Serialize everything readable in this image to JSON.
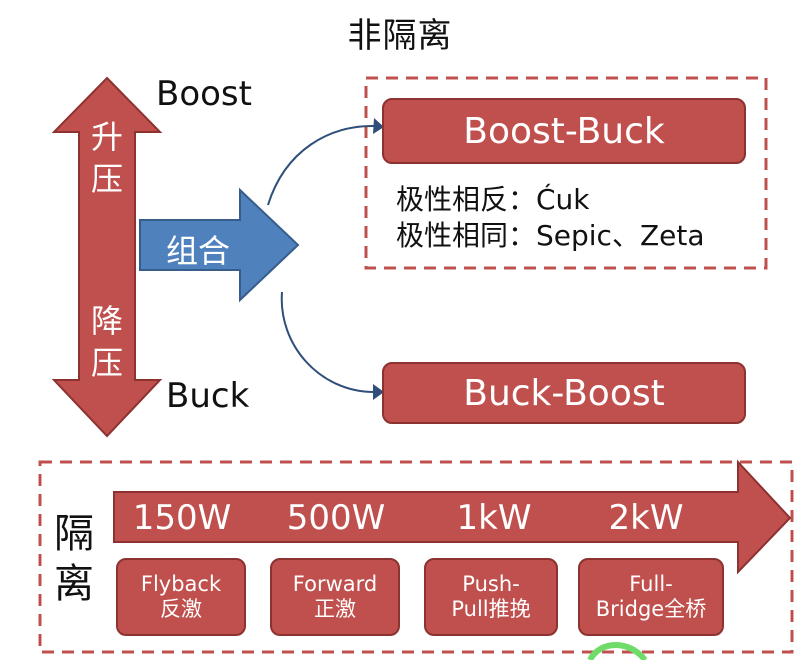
{
  "title": "非隔离",
  "boost_label": "Boost",
  "buck_label": "Buck",
  "vertical_arrow": {
    "top_chars": [
      "升",
      "压"
    ],
    "bottom_chars": [
      "降",
      "压"
    ]
  },
  "combine_label": "组合",
  "boost_buck": {
    "label": "Boost-Buck",
    "polarity_reverse": "极性相反：Ćuk",
    "polarity_same": "极性相同：Sepic、Zeta"
  },
  "buck_boost": {
    "label": "Buck-Boost"
  },
  "isolated": {
    "label_chars": [
      "隔",
      "离"
    ],
    "powers": [
      "150W",
      "500W",
      "1kW",
      "2kW"
    ],
    "topologies": [
      {
        "line1": "Flyback",
        "line2": "反激"
      },
      {
        "line1": "Forward",
        "line2": "正激"
      },
      {
        "line1": "Push-",
        "line2": "Pull推挽"
      },
      {
        "line1": "Full-",
        "line2": "Bridge全桥"
      }
    ]
  },
  "colors": {
    "red_fill": "#c0504d",
    "red_border": "#8c3230",
    "blue_fill": "#4f81bd",
    "blue_border": "#385d8a",
    "curve": "#2f4f7a"
  }
}
